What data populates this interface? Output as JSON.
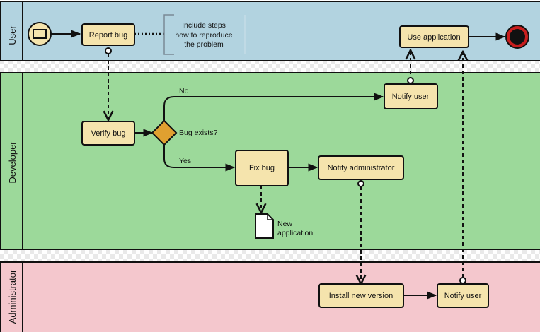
{
  "lanes": {
    "user": "User",
    "developer": "Developer",
    "administrator": "Administrator"
  },
  "tasks": {
    "report_bug": "Report bug",
    "use_application": "Use application",
    "verify_bug": "Verify bug",
    "notify_user_dev": "Notify user",
    "fix_bug": "Fix bug",
    "notify_admin": "Notify administrator",
    "install_version": "Install new version",
    "notify_user_admin": "Notify user"
  },
  "gateway": {
    "label": "Bug exists?"
  },
  "flows": {
    "no": "No",
    "yes": "Yes"
  },
  "annotation": [
    "Include steps",
    "how to reproduce",
    "the problem"
  ],
  "data_object": [
    "New",
    "application"
  ],
  "colors": {
    "user_lane": "#b2d3e0",
    "developer_lane": "#9cd99a",
    "administrator_lane": "#f4c7cd",
    "task_fill": "#f5e4ad",
    "gateway_fill": "#e0a030",
    "end_event_ring": "#c81e1e"
  },
  "icons": {
    "start_event": "envelope-start-event-icon",
    "end_event": "end-event-icon",
    "gateway": "exclusive-gateway-icon",
    "data_object": "document-icon"
  }
}
